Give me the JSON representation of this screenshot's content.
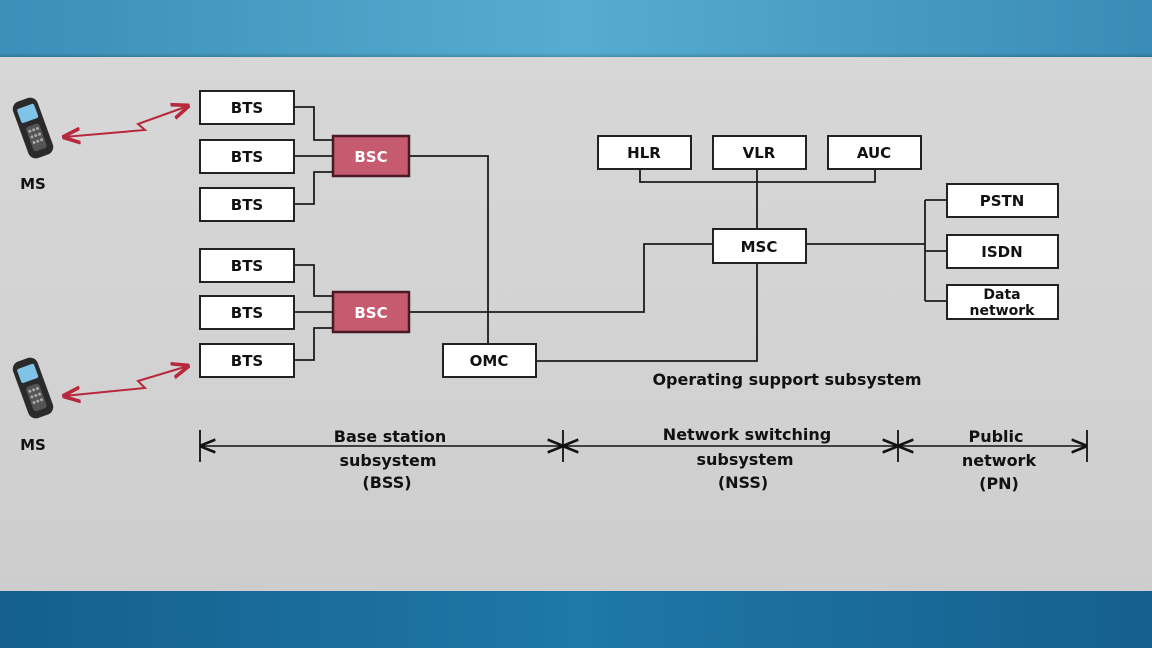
{
  "nodes": {
    "bts": [
      "BTS",
      "BTS",
      "BTS",
      "BTS",
      "BTS",
      "BTS"
    ],
    "bsc": [
      "BSC",
      "BSC"
    ],
    "omc": "OMC",
    "msc": "MSC",
    "hlr": "HLR",
    "vlr": "VLR",
    "auc": "AUC",
    "pstn": "PSTN",
    "isdn": "ISDN",
    "data_network": [
      "Data",
      "network"
    ],
    "ms": [
      "MS",
      "MS"
    ]
  },
  "labels": {
    "oss": "Operating support subsystem",
    "bss": [
      "Base station",
      "subsystem",
      "(BSS)"
    ],
    "nss": [
      "Network switching",
      "subsystem",
      "(NSS)"
    ],
    "pn": [
      "Public",
      "network",
      "(PN)"
    ]
  },
  "colors": {
    "bsc_fill": "#c65a6e",
    "radio_link": "#b8283c",
    "top_band": "#4aa2c8",
    "bottom_band": "#1a6b9a"
  }
}
